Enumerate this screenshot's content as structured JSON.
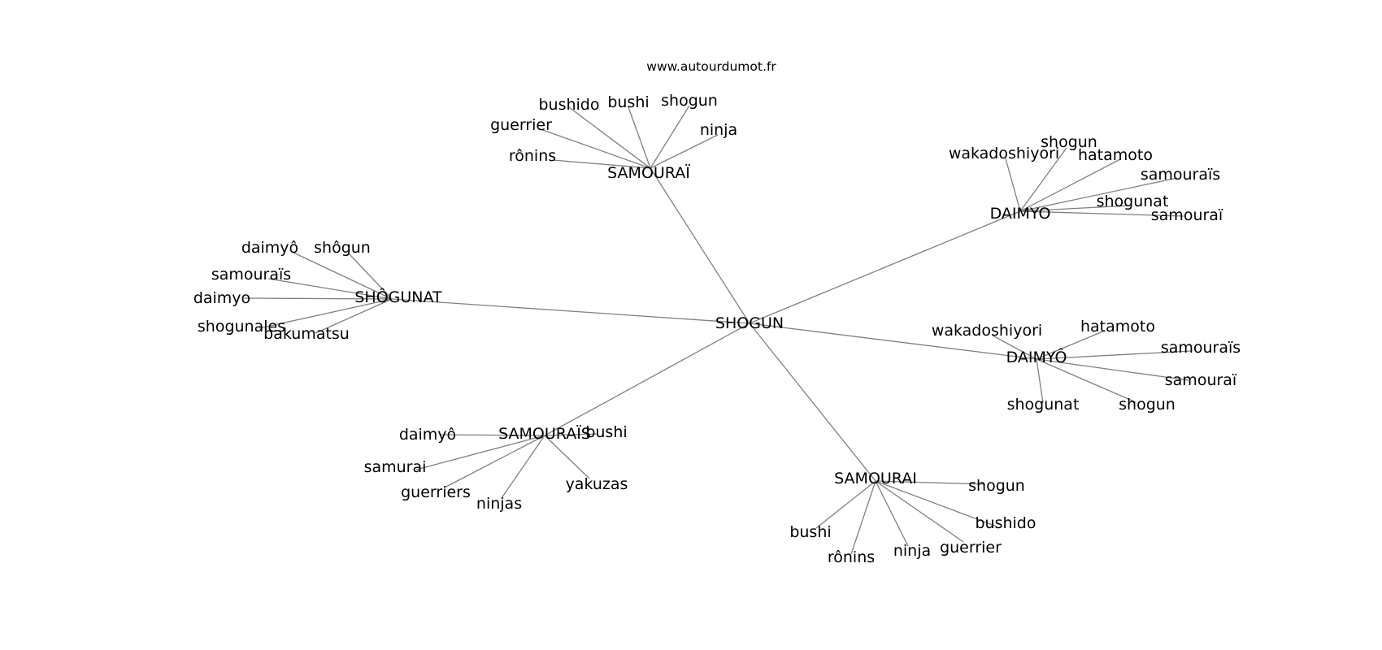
{
  "source": "www.autourdumot.fr",
  "graph": {
    "center": "SHOGUN",
    "hubs": [
      {
        "id": "samourai-accent",
        "label": "SAMOURAÏ",
        "words": [
          "bushido",
          "bushi",
          "shogun",
          "guerrier",
          "ninja",
          "rônins"
        ]
      },
      {
        "id": "daimyo",
        "label": "DAIMYO",
        "words": [
          "wakadoshiyori",
          "shogun",
          "hatamoto",
          "samouraïs",
          "shogunat",
          "samouraï"
        ]
      },
      {
        "id": "shogunat",
        "label": "SHÔGUNAT",
        "words": [
          "daimyô",
          "shôgun",
          "samouraïs",
          "daimyo",
          "shogunales",
          "bakumatsu"
        ]
      },
      {
        "id": "daimyo-accent",
        "label": "DAIMYÔ",
        "words": [
          "wakadoshiyori",
          "hatamoto",
          "samouraïs",
          "samouraï",
          "shogunat",
          "shogun"
        ]
      },
      {
        "id": "samourais",
        "label": "SAMOURAÏS",
        "words": [
          "daimyô",
          "bushi",
          "samurai",
          "guerriers",
          "ninjas",
          "yakuzas"
        ]
      },
      {
        "id": "samourai",
        "label": "SAMOURAI",
        "words": [
          "shogun",
          "bushido",
          "bushi",
          "rônins",
          "ninja",
          "guerrier"
        ]
      }
    ]
  }
}
